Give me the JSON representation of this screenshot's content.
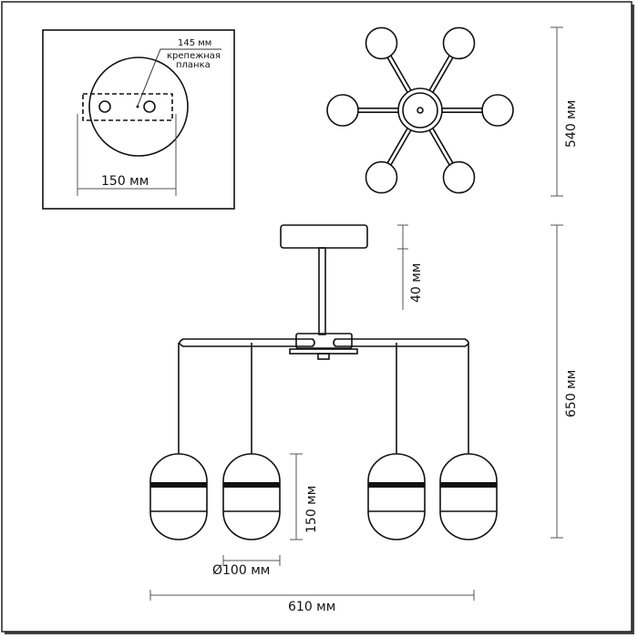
{
  "mount_detail": {
    "plate_length": "145 мм",
    "plate_label_line1": "крепежная",
    "plate_label_line2": "планка",
    "canopy_diameter": "150 мм"
  },
  "dimensions": {
    "top_view_diameter": "540 мм",
    "canopy_height": "40 мм",
    "total_height": "650 мм",
    "shade_height": "150 мм",
    "shade_diameter": "Ø100 мм",
    "total_width": "610 мм"
  },
  "colors": {
    "line": "#111111",
    "background": "#ffffff"
  }
}
